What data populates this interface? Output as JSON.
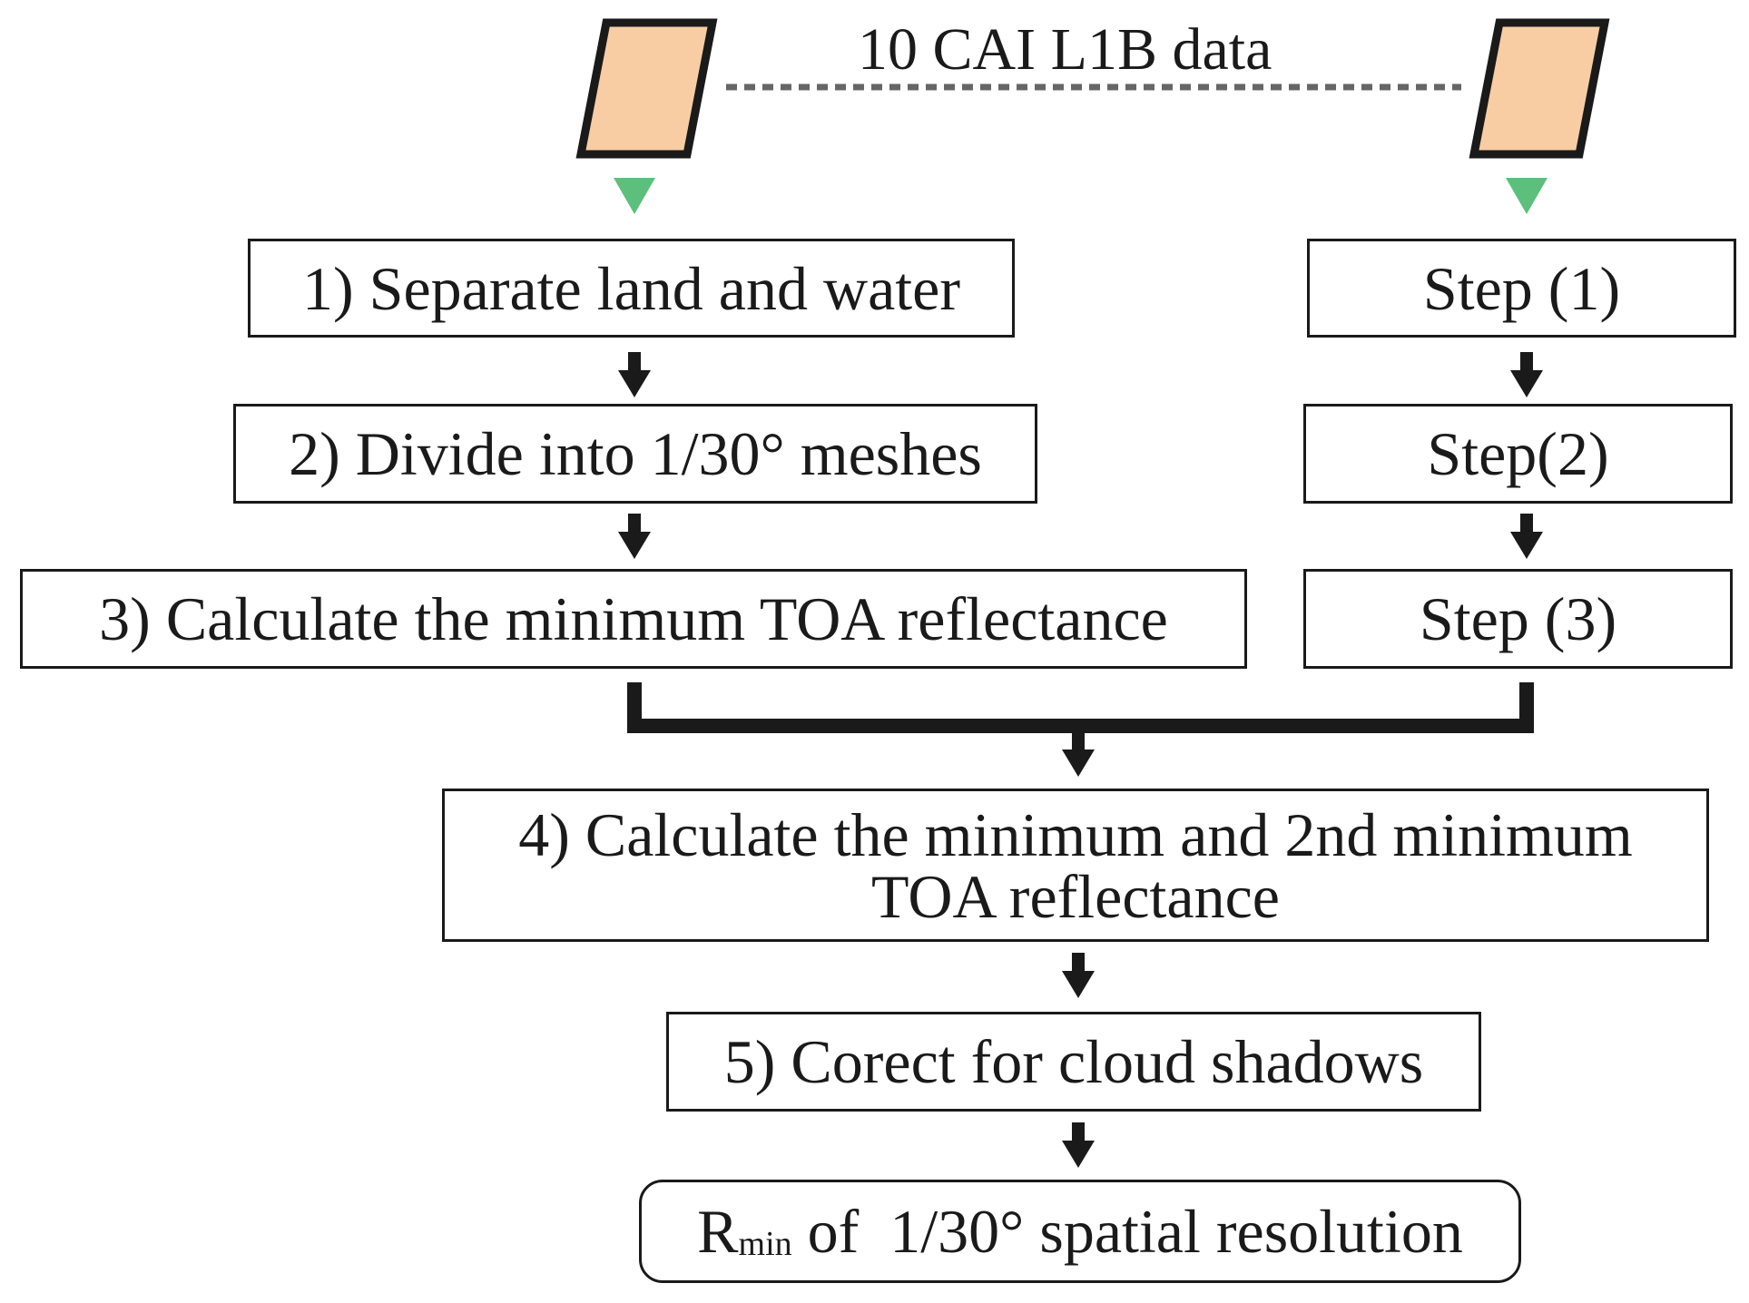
{
  "header": {
    "title": "10 CAI L1B data"
  },
  "left_steps": [
    "1) Separate land and water",
    "2) Divide into 1/30° meshes",
    "3) Calculate the minimum TOA reflectance"
  ],
  "right_steps": [
    "Step (1)",
    "Step(2)",
    "Step (3)"
  ],
  "step4": {
    "line1": "4) Calculate the minimum and 2nd minimum",
    "line2": "TOA reflectance"
  },
  "step5": {
    "label": "5) Corect for cloud shadows"
  },
  "result": {
    "symbol": "R",
    "subscript": "min",
    "rest": " of  1/30° spatial resolution"
  },
  "colors": {
    "data_fill": "#f8cda4",
    "stroke": "#1a1a1a",
    "input_arrow": "#5cbf7c",
    "dots": "#666666"
  }
}
